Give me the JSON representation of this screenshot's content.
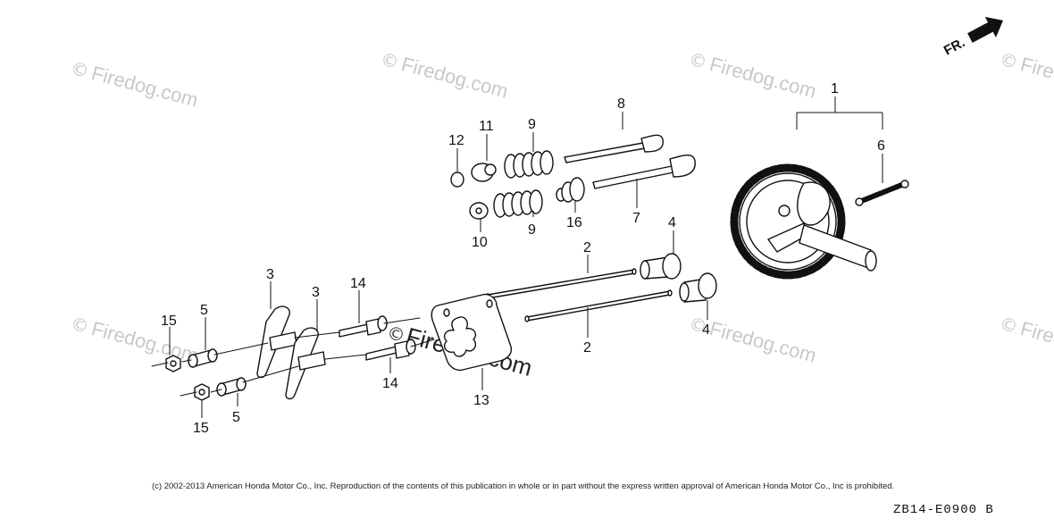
{
  "callouts": {
    "c1": "1",
    "c2a": "2",
    "c2b": "2",
    "c3a": "3",
    "c3b": "3",
    "c4a": "4",
    "c4b": "4",
    "c5a": "5",
    "c5b": "5",
    "c6": "6",
    "c7": "7",
    "c8": "8",
    "c9a": "9",
    "c9b": "9",
    "c10": "10",
    "c11": "11",
    "c12": "12",
    "c13": "13",
    "c14a": "14",
    "c14b": "14",
    "c15a": "15",
    "c15b": "15",
    "c16": "16"
  },
  "direction_label": "FR.",
  "watermark": {
    "symbol": "©",
    "text": "Firedog.com"
  },
  "copyright": "(c) 2002-2013 American Honda Motor Co., Inc. Reproduction of the contents of this publication in whole or in part without the express written approval of American Honda Motor Co., Inc is prohibited.",
  "doc_id": "ZB14-E0900 B",
  "colors": {
    "ink": "#111111",
    "watermark": "#c8c8c8",
    "background": "#ffffff"
  }
}
